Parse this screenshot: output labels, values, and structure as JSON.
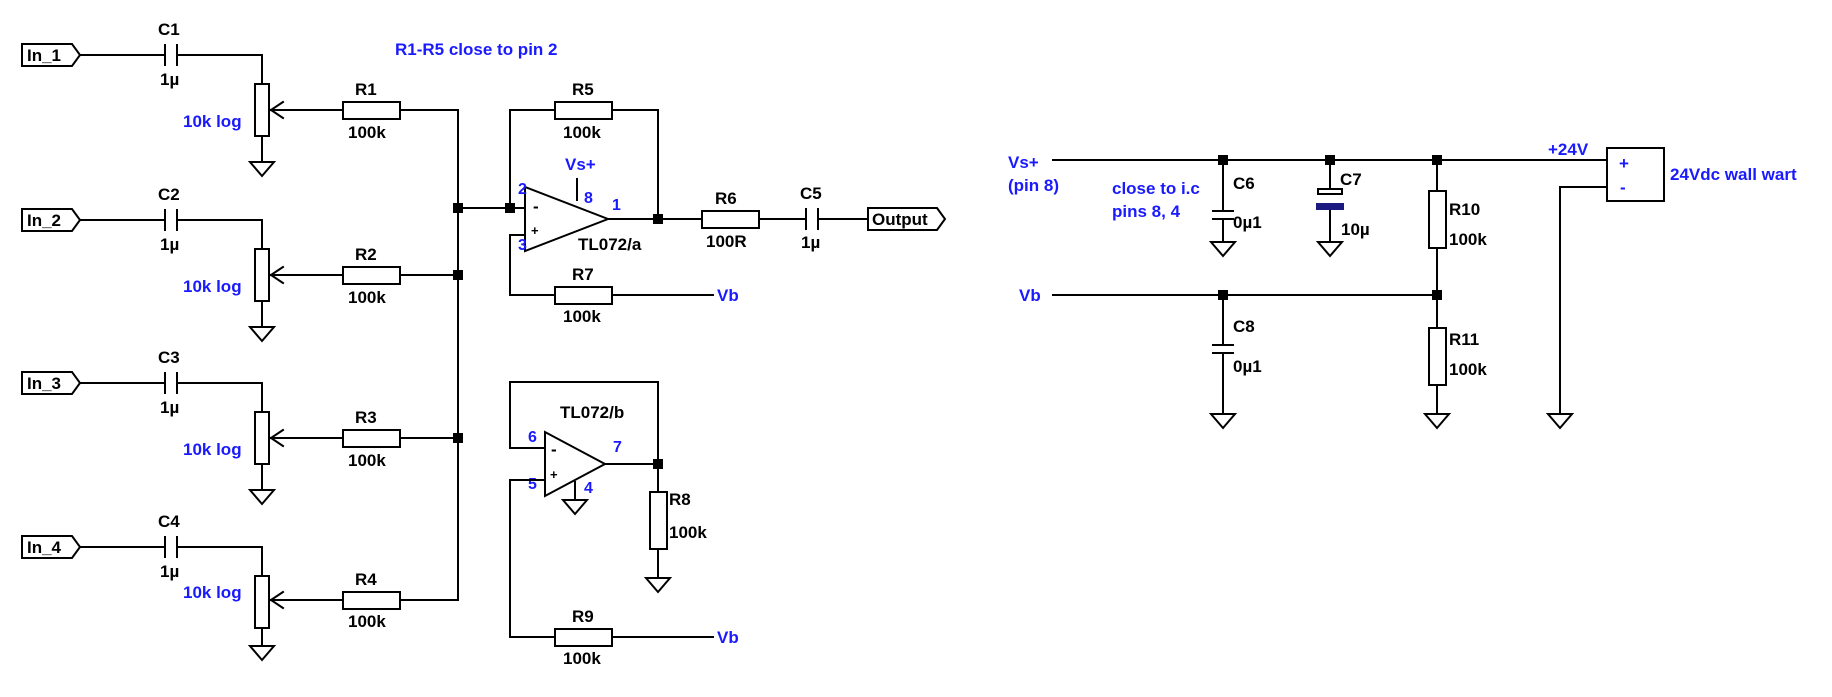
{
  "ports": {
    "in1": "In_1",
    "in2": "In_2",
    "in3": "In_3",
    "in4": "In_4",
    "output": "Output"
  },
  "inputs": [
    {
      "cap": "C1",
      "cap_value": "1µ",
      "pot_value": "10k log",
      "res": "R1",
      "res_value": "100k"
    },
    {
      "cap": "C2",
      "cap_value": "1µ",
      "pot_value": "10k log",
      "res": "R2",
      "res_value": "100k"
    },
    {
      "cap": "C3",
      "cap_value": "1µ",
      "pot_value": "10k log",
      "res": "R3",
      "res_value": "100k"
    },
    {
      "cap": "C4",
      "cap_value": "1µ",
      "pot_value": "10k log",
      "res": "R4",
      "res_value": "100k"
    }
  ],
  "notes": {
    "r1_r5": "R1-R5 close to pin 2",
    "close_ic_line1": "close to i.c",
    "close_ic_line2": "pins 8, 4",
    "wall_wart": "24Vdc wall wart"
  },
  "opamp_a": {
    "name": "TL072/a",
    "supply": "Vs+",
    "pin_inv": "2",
    "pin_noninv": "3",
    "pin_out": "1",
    "pin_vcc": "8",
    "minus": "-",
    "plus": "+"
  },
  "opamp_b": {
    "name": "TL072/b",
    "pin_inv": "6",
    "pin_noninv": "5",
    "pin_out": "7",
    "pin_gnd": "4",
    "minus": "-",
    "plus": "+"
  },
  "parts": {
    "R5": {
      "name": "R5",
      "value": "100k"
    },
    "R6": {
      "name": "R6",
      "value": "100R"
    },
    "R7": {
      "name": "R7",
      "value": "100k"
    },
    "R8": {
      "name": "R8",
      "value": "100k"
    },
    "R9": {
      "name": "R9",
      "value": "100k"
    },
    "R10": {
      "name": "R10",
      "value": "100k"
    },
    "R11": {
      "name": "R11",
      "value": "100k"
    },
    "C5": {
      "name": "C5",
      "value": "1µ"
    },
    "C6": {
      "name": "C6",
      "value": "0µ1"
    },
    "C7": {
      "name": "C7",
      "value": "10µ"
    },
    "C8": {
      "name": "C8",
      "value": "0µ1"
    }
  },
  "nets": {
    "vb": "Vb",
    "vs_plus": "Vs+",
    "pin8": "(pin 8)",
    "plus24": "+24V",
    "psu_plus": "+",
    "psu_minus": "-"
  },
  "colors": {
    "wire": "#000000",
    "annotation": "#1a1aff",
    "background": "#ffffff"
  }
}
